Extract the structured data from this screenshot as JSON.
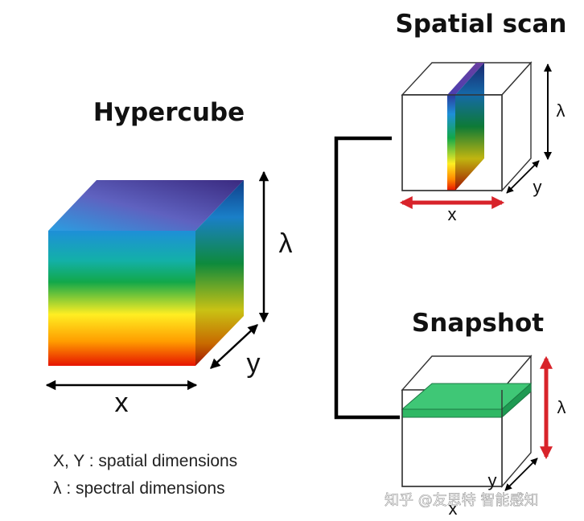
{
  "titles": {
    "hypercube": "Hypercube",
    "spatial_scan": "Spatial scan",
    "snapshot": "Snapshot"
  },
  "axes": {
    "x": "x",
    "y": "y",
    "lambda": "λ"
  },
  "legend": {
    "line1": "X, Y : spatial dimensions",
    "line2": "λ : spectral dimensions"
  },
  "watermark": "知乎 @友思特 智能感知",
  "colors": {
    "spectrum_top": "#6b3fa0",
    "spectrum_blue": "#1e8fd8",
    "spectrum_green": "#12a84a",
    "spectrum_yellow": "#ffee22",
    "spectrum_orange": "#ff8a00",
    "spectrum_red": "#e61400",
    "scan_arrow": "#d8232a",
    "snapshot_slice": "#2fb864",
    "snapshot_arrow": "#d8232a",
    "bracket": "#000000"
  }
}
